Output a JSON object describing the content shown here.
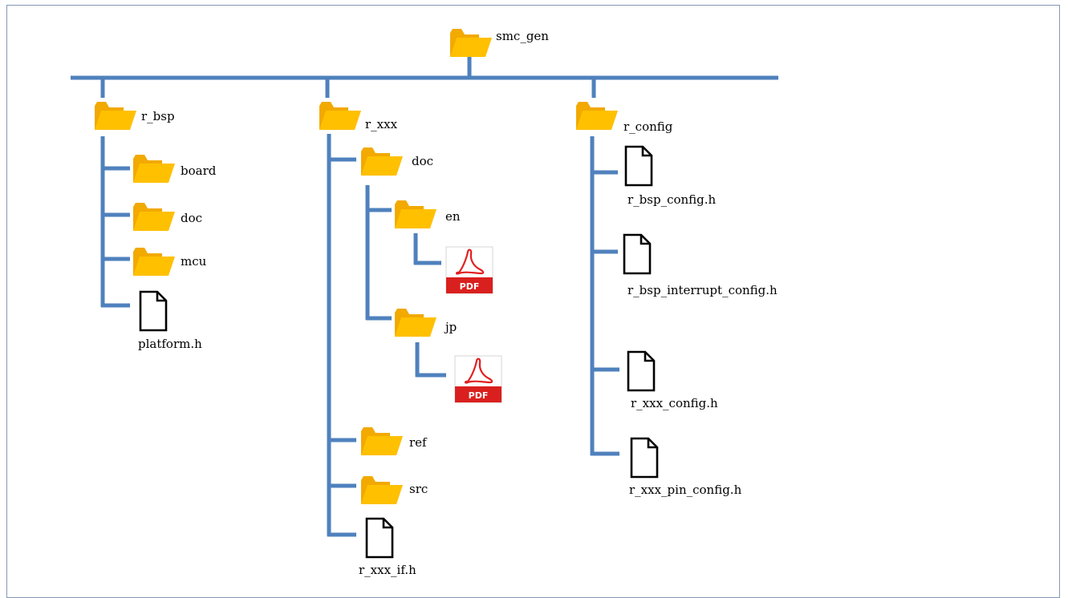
{
  "colors": {
    "connector": "#4f81bd",
    "folder_front": "#ffc000",
    "folder_back": "#f2a900",
    "file_outline": "#000000",
    "pdf_red": "#e02020"
  },
  "root": {
    "label": "smc_gen",
    "icon": "folder-icon"
  },
  "branches": [
    {
      "label": "r_bsp",
      "icon": "folder-icon",
      "children": [
        {
          "label": "board",
          "icon": "folder-icon"
        },
        {
          "label": "doc",
          "icon": "folder-icon"
        },
        {
          "label": "mcu",
          "icon": "folder-icon"
        },
        {
          "label": "platform.h",
          "icon": "file-icon"
        }
      ]
    },
    {
      "label": "r_xxx",
      "icon": "folder-icon",
      "children": [
        {
          "label": "doc",
          "icon": "folder-icon",
          "children": [
            {
              "label": "en",
              "icon": "folder-icon",
              "children": [
                {
                  "label": "PDF",
                  "icon": "pdf-icon"
                }
              ]
            },
            {
              "label": "jp",
              "icon": "folder-icon",
              "children": [
                {
                  "label": "PDF",
                  "icon": "pdf-icon"
                }
              ]
            }
          ]
        },
        {
          "label": "ref",
          "icon": "folder-icon"
        },
        {
          "label": "src",
          "icon": "folder-icon"
        },
        {
          "label": "r_xxx_if.h",
          "icon": "file-icon"
        }
      ]
    },
    {
      "label": "r_config",
      "icon": "folder-icon",
      "children": [
        {
          "label": "r_bsp_config.h",
          "icon": "file-icon"
        },
        {
          "label": "r_bsp_interrupt_config.h",
          "icon": "file-icon"
        },
        {
          "label": "r_xxx_config.h",
          "icon": "file-icon"
        },
        {
          "label": "r_xxx_pin_config.h",
          "icon": "file-icon"
        }
      ]
    }
  ]
}
